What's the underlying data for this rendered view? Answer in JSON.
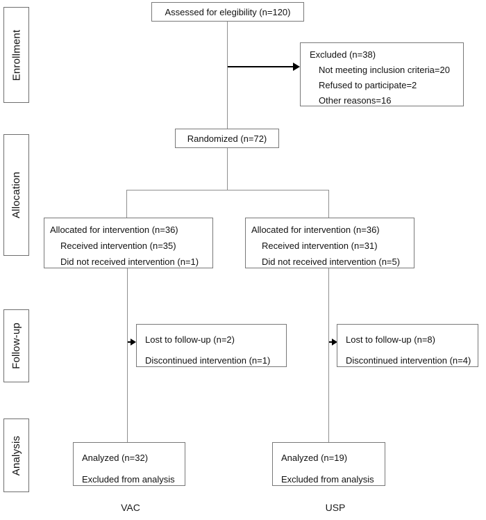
{
  "diagram": {
    "type": "consort-flowchart",
    "stages": [
      {
        "label": "Enrollment"
      },
      {
        "label": "Allocation"
      },
      {
        "label": "Follow-up"
      },
      {
        "label": "Analysis"
      }
    ],
    "boxes": {
      "assessed": {
        "text": "Assessed for elegibility (n=120)"
      },
      "excluded": {
        "title": "Excluded (n=38)",
        "items": [
          "Not meeting inclusion criteria=20",
          "Refused to participate=2",
          "Other reasons=16"
        ]
      },
      "randomized": {
        "text": "Randomized (n=72)"
      },
      "alloc_left": {
        "title": "Allocated for intervention (n=36)",
        "items": [
          "Received intervention (n=35)",
          "Did not received intervention (n=1)"
        ]
      },
      "alloc_right": {
        "title": "Allocated for intervention (n=36)",
        "items": [
          "Received intervention (n=31)",
          "Did not received intervention (n=5)"
        ]
      },
      "followup_left": {
        "lines": [
          "Lost to follow-up (n=2)",
          "Discontinued intervention (n=1)"
        ]
      },
      "followup_right": {
        "lines": [
          "Lost to follow-up (n=8)",
          "Discontinued intervention (n=4)"
        ]
      },
      "analysis_left": {
        "lines": [
          "Analyzed (n=32)",
          "Excluded from analysis"
        ]
      },
      "analysis_right": {
        "lines": [
          "Analyzed (n=19)",
          "Excluded from analysis"
        ]
      }
    },
    "group_labels": {
      "left": "VAC",
      "right": "USP"
    },
    "colors": {
      "border": "#787878",
      "connector": "#8f8f8f",
      "arrow": "#000000",
      "text": "#111111",
      "background": "#ffffff"
    }
  }
}
